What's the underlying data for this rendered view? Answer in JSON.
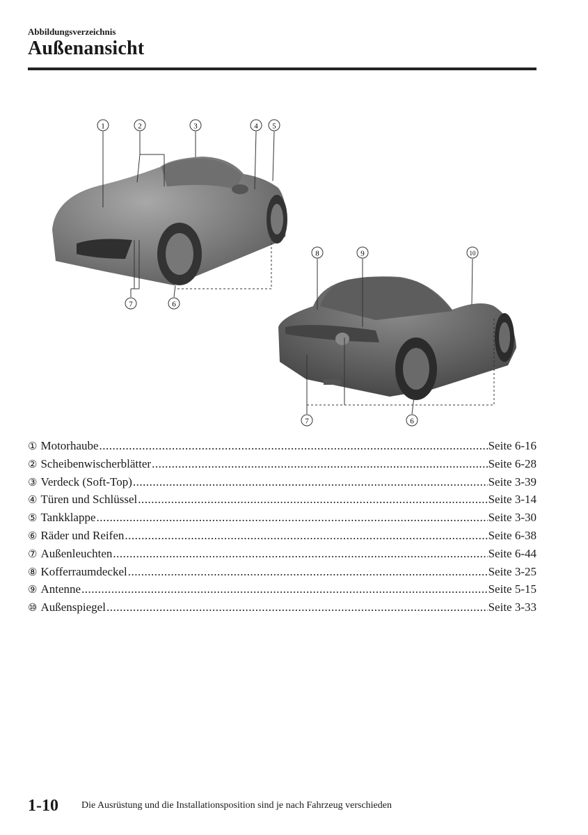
{
  "header": {
    "section": "Abbildungsverzeichnis",
    "title": "Außenansicht"
  },
  "callouts": {
    "c1": "1",
    "c2": "2",
    "c3": "3",
    "c4": "4",
    "c5": "5",
    "c6": "6",
    "c7": "7",
    "c8": "8",
    "c9": "9",
    "c10": "10"
  },
  "items": [
    {
      "num": "①",
      "label": "Motorhaube",
      "page": "Seite 6-16"
    },
    {
      "num": "②",
      "label": "Scheibenwischerblätter",
      "page": "Seite 6-28"
    },
    {
      "num": "③",
      "label": "Verdeck (Soft-Top)",
      "page": "Seite 3-39"
    },
    {
      "num": "④",
      "label": "Türen und Schlüssel",
      "page": "Seite 3-14"
    },
    {
      "num": "⑤",
      "label": "Tankklappe",
      "page": "Seite 3-30"
    },
    {
      "num": "⑥",
      "label": "Räder und Reifen",
      "page": "Seite 6-38"
    },
    {
      "num": "⑦",
      "label": "Außenleuchten",
      "page": "Seite 6-44"
    },
    {
      "num": "⑧",
      "label": "Kofferraumdeckel",
      "page": "Seite 3-25"
    },
    {
      "num": "⑨",
      "label": "Antenne",
      "page": "Seite 5-15"
    },
    {
      "num": "⑩",
      "label": "Außenspiegel",
      "page": "Seite 3-33"
    }
  ],
  "footer": {
    "page_number": "1-10",
    "note": "Die Ausrüstung und die Installationsposition sind je nach Fahrzeug verschieden"
  }
}
